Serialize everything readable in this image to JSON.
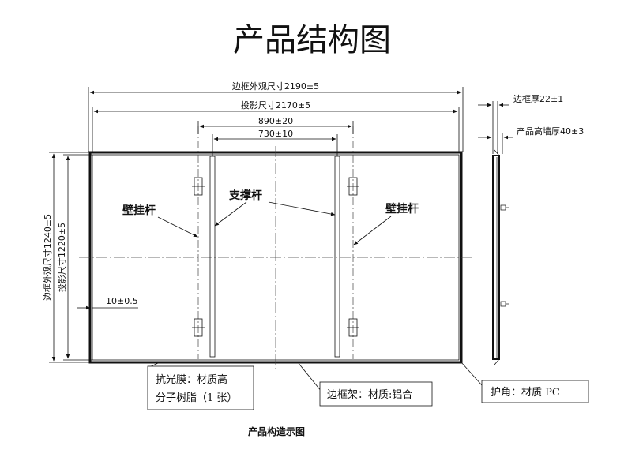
{
  "title": "产品结构图",
  "caption": "产品构造示图",
  "dimensions": {
    "frame_outer_width": "边框外观尺寸2190±5",
    "projection_width": "投影尺寸2170±5",
    "span_outer": "890±20",
    "span_inner": "730±10",
    "frame_outer_height": "边框外观尺寸1240±5",
    "projection_height": "投影尺寸1220±5",
    "border_margin": "10±0.5",
    "frame_thickness": "边框厚22±1",
    "wall_thickness": "产品高墙厚40±3"
  },
  "labels": {
    "wall_rod_left": "壁挂杆",
    "support_rod": "支撑杆",
    "wall_rod_right": "壁挂杆"
  },
  "notes": {
    "film_line1": "抗光膜：材质高",
    "film_line2": "分子树脂（1 张）",
    "frame": "边框架：材质:铝合",
    "corner": "护角：材质 PC"
  }
}
